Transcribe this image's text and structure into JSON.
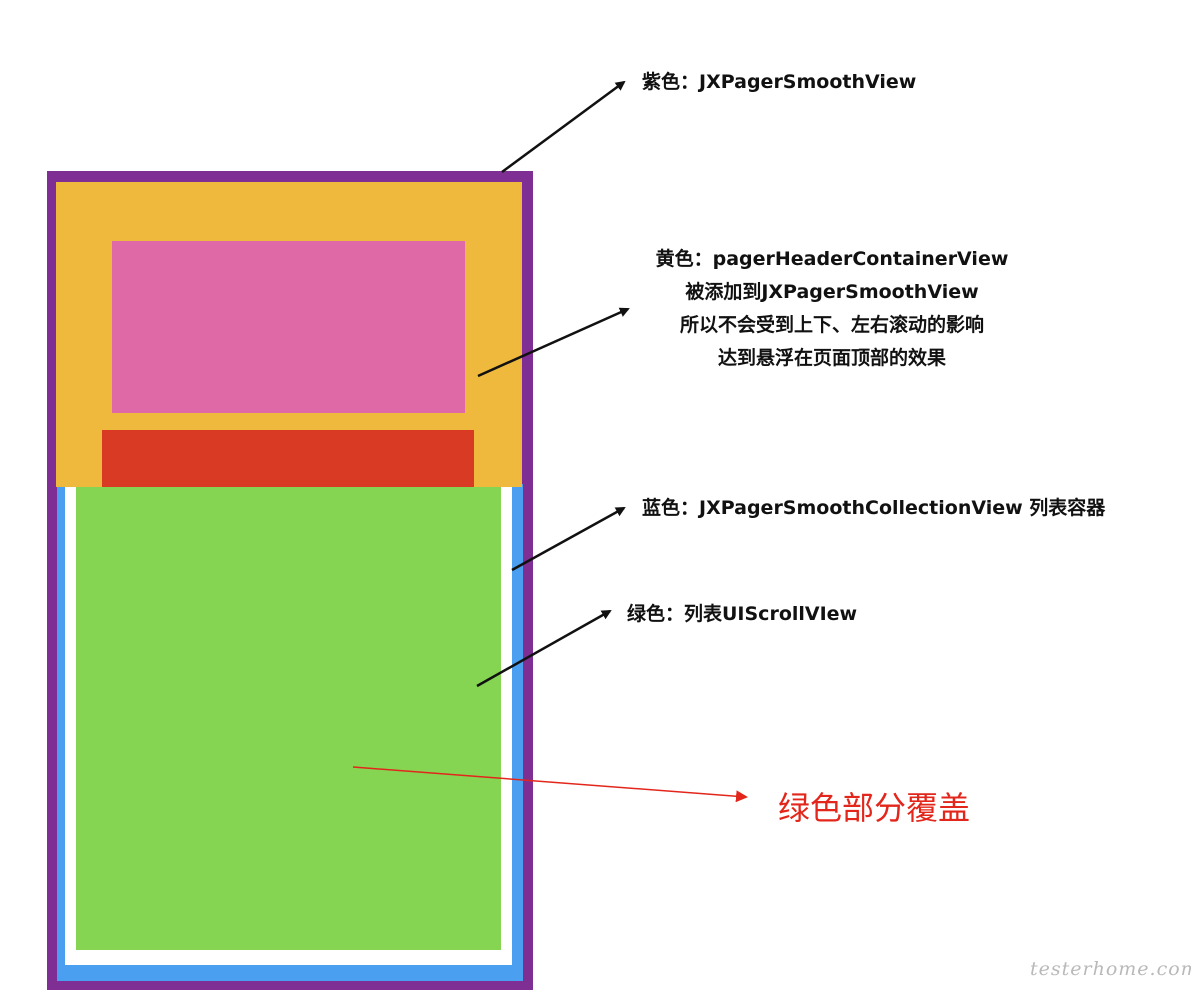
{
  "colors": {
    "purple": "#7f2f93",
    "yellow": "#eeb93c",
    "pink": "#de69a6",
    "red_header": "#d93a24",
    "blue": "#4a9ff0",
    "white_gap": "#ffffff",
    "green": "#85d553",
    "arrow_black": "#111111",
    "arrow_red": "#e3261b",
    "label_red": "#e3261b"
  },
  "labels": {
    "purple": "紫色：JXPagerSmoothView",
    "yellow": [
      "黄色：pagerHeaderContainerView",
      "被添加到JXPagerSmoothView",
      "所以不会受到上下、左右滚动的影响",
      "达到悬浮在页面顶部的效果"
    ],
    "blue": "蓝色：JXPagerSmoothCollectionView 列表容器",
    "green": "绿色：列表UIScrollVIew",
    "red_note": "绿色部分覆盖"
  },
  "watermark": "testerhome.com"
}
